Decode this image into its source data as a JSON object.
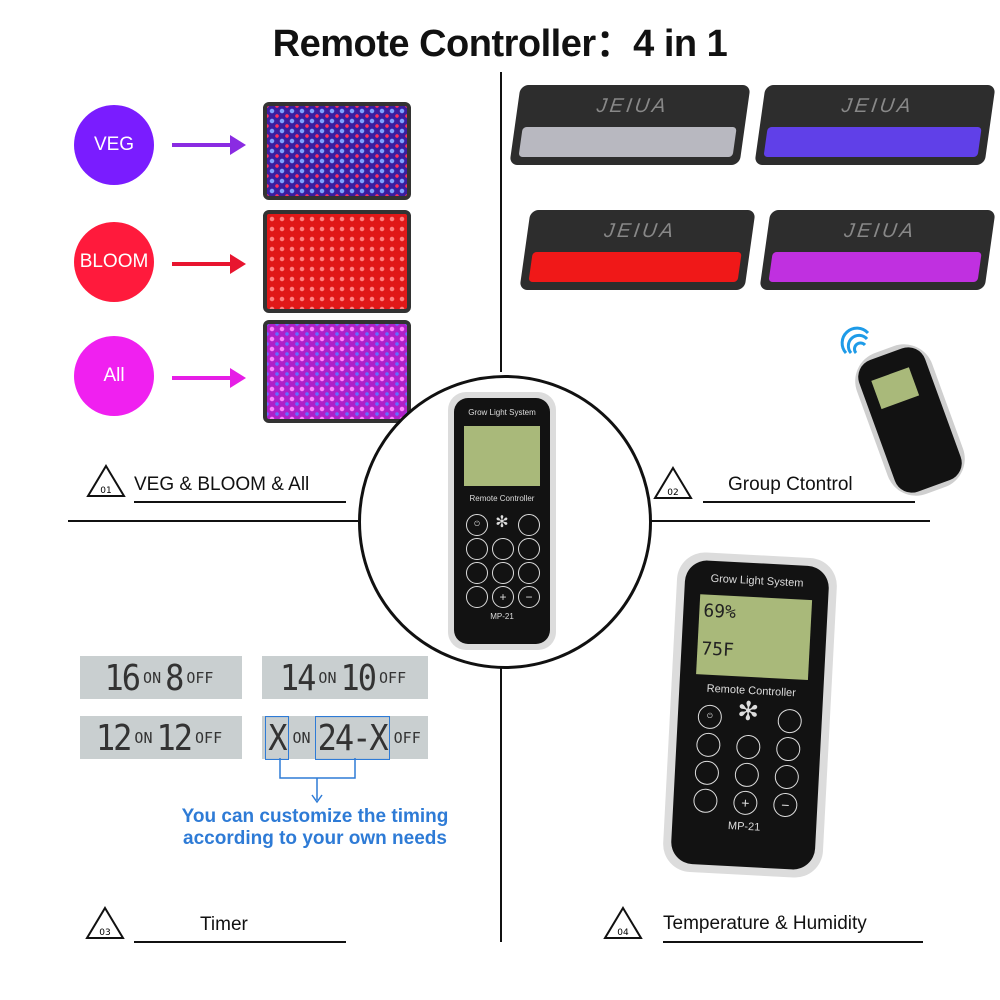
{
  "title": "Remote Controller：4 in 1",
  "modes": [
    {
      "label": "VEG",
      "color": "#7a1cff"
    },
    {
      "label": "BLOOM",
      "color": "#ff1a3c"
    },
    {
      "label": "All",
      "color": "#f020f0"
    }
  ],
  "sections": [
    {
      "num": "01",
      "label": "VEG & BLOOM & All"
    },
    {
      "num": "02",
      "label": "Group Ctontrol"
    },
    {
      "num": "03",
      "label": "Timer"
    },
    {
      "num": "04",
      "label": "Temperature & Humidity"
    }
  ],
  "timers": [
    {
      "on": "16",
      "off": "8"
    },
    {
      "on": "14",
      "off": "10"
    },
    {
      "on": "12",
      "off": "12"
    },
    {
      "on": "X",
      "off": "24-X"
    }
  ],
  "lcd_on": "ON",
  "lcd_off": "OFF",
  "customize_note": "You can customize the timing according to your own needs",
  "remote": {
    "header": "Grow Light System",
    "subtitle": "Remote Controller",
    "model": "MP-21",
    "screen_temp": "75F",
    "screen_humidity": "69%"
  },
  "fixture_brand": "JEIUA"
}
